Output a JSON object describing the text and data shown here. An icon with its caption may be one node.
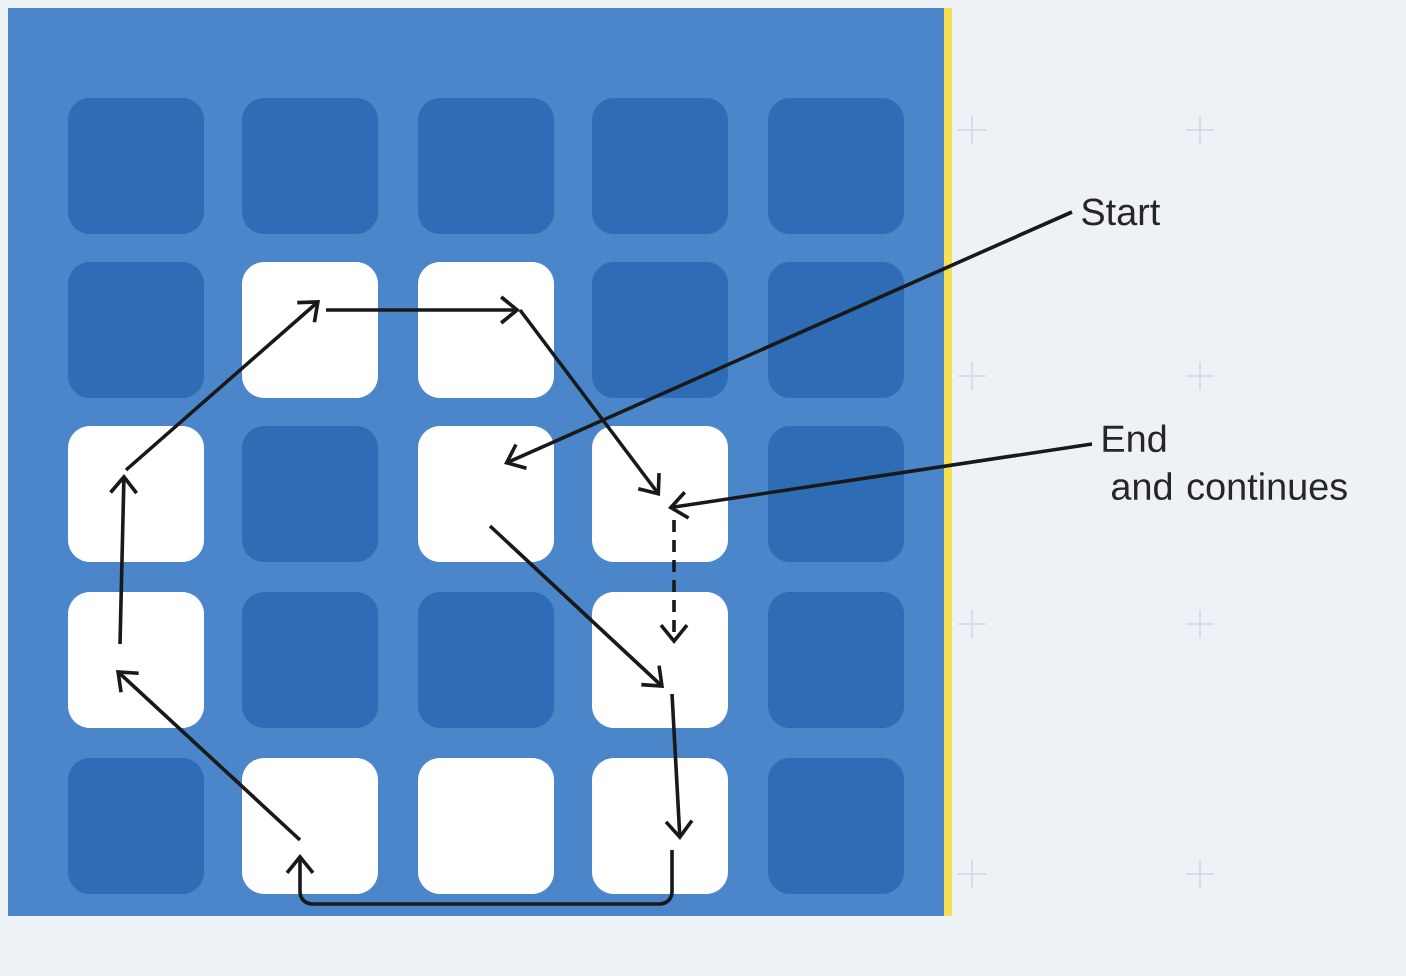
{
  "diagram": {
    "nodes": [
      {
        "text": [],
        "shape": "box"
      },
      {
        "text": [],
        "shape": "box"
      },
      {
        "text": [],
        "shape": "box"
      },
      {
        "text": [],
        "shape": "box"
      },
      {
        "text": [],
        "shape": "box"
      },
      {
        "text": [],
        "shape": "box"
      },
      {
        "text": [],
        "shape": "box"
      },
      {
        "text": [],
        "shape": "box"
      },
      {
        "text": [],
        "shape": "box"
      },
      {
        "text": [],
        "shape": "box"
      },
      {
        "text": [
          "Start"
        ]
      },
      {
        "text": [
          "End and continues"
        ]
      }
    ],
    "edges": [
      {
        "from": 10,
        "to": 3,
        "arrow": "to"
      },
      {
        "from": 3,
        "to": 6,
        "arrow": "to"
      },
      {
        "from": 6,
        "to": 9,
        "arrow": "to"
      },
      {
        "from": 9,
        "to": 7,
        "arrow": "to"
      },
      {
        "from": 7,
        "to": 5,
        "arrow": "to"
      },
      {
        "from": 5,
        "to": 2,
        "arrow": "to"
      },
      {
        "from": 2,
        "to": 0,
        "arrow": "to"
      },
      {
        "from": 0,
        "to": 1,
        "arrow": "to"
      },
      {
        "from": 1,
        "to": 4,
        "arrow": "to"
      },
      {
        "from": 4,
        "to": 6,
        "arrow": "to",
        "style": "dashed"
      },
      {
        "from": 11,
        "to": 4,
        "arrow": "to"
      }
    ]
  }
}
